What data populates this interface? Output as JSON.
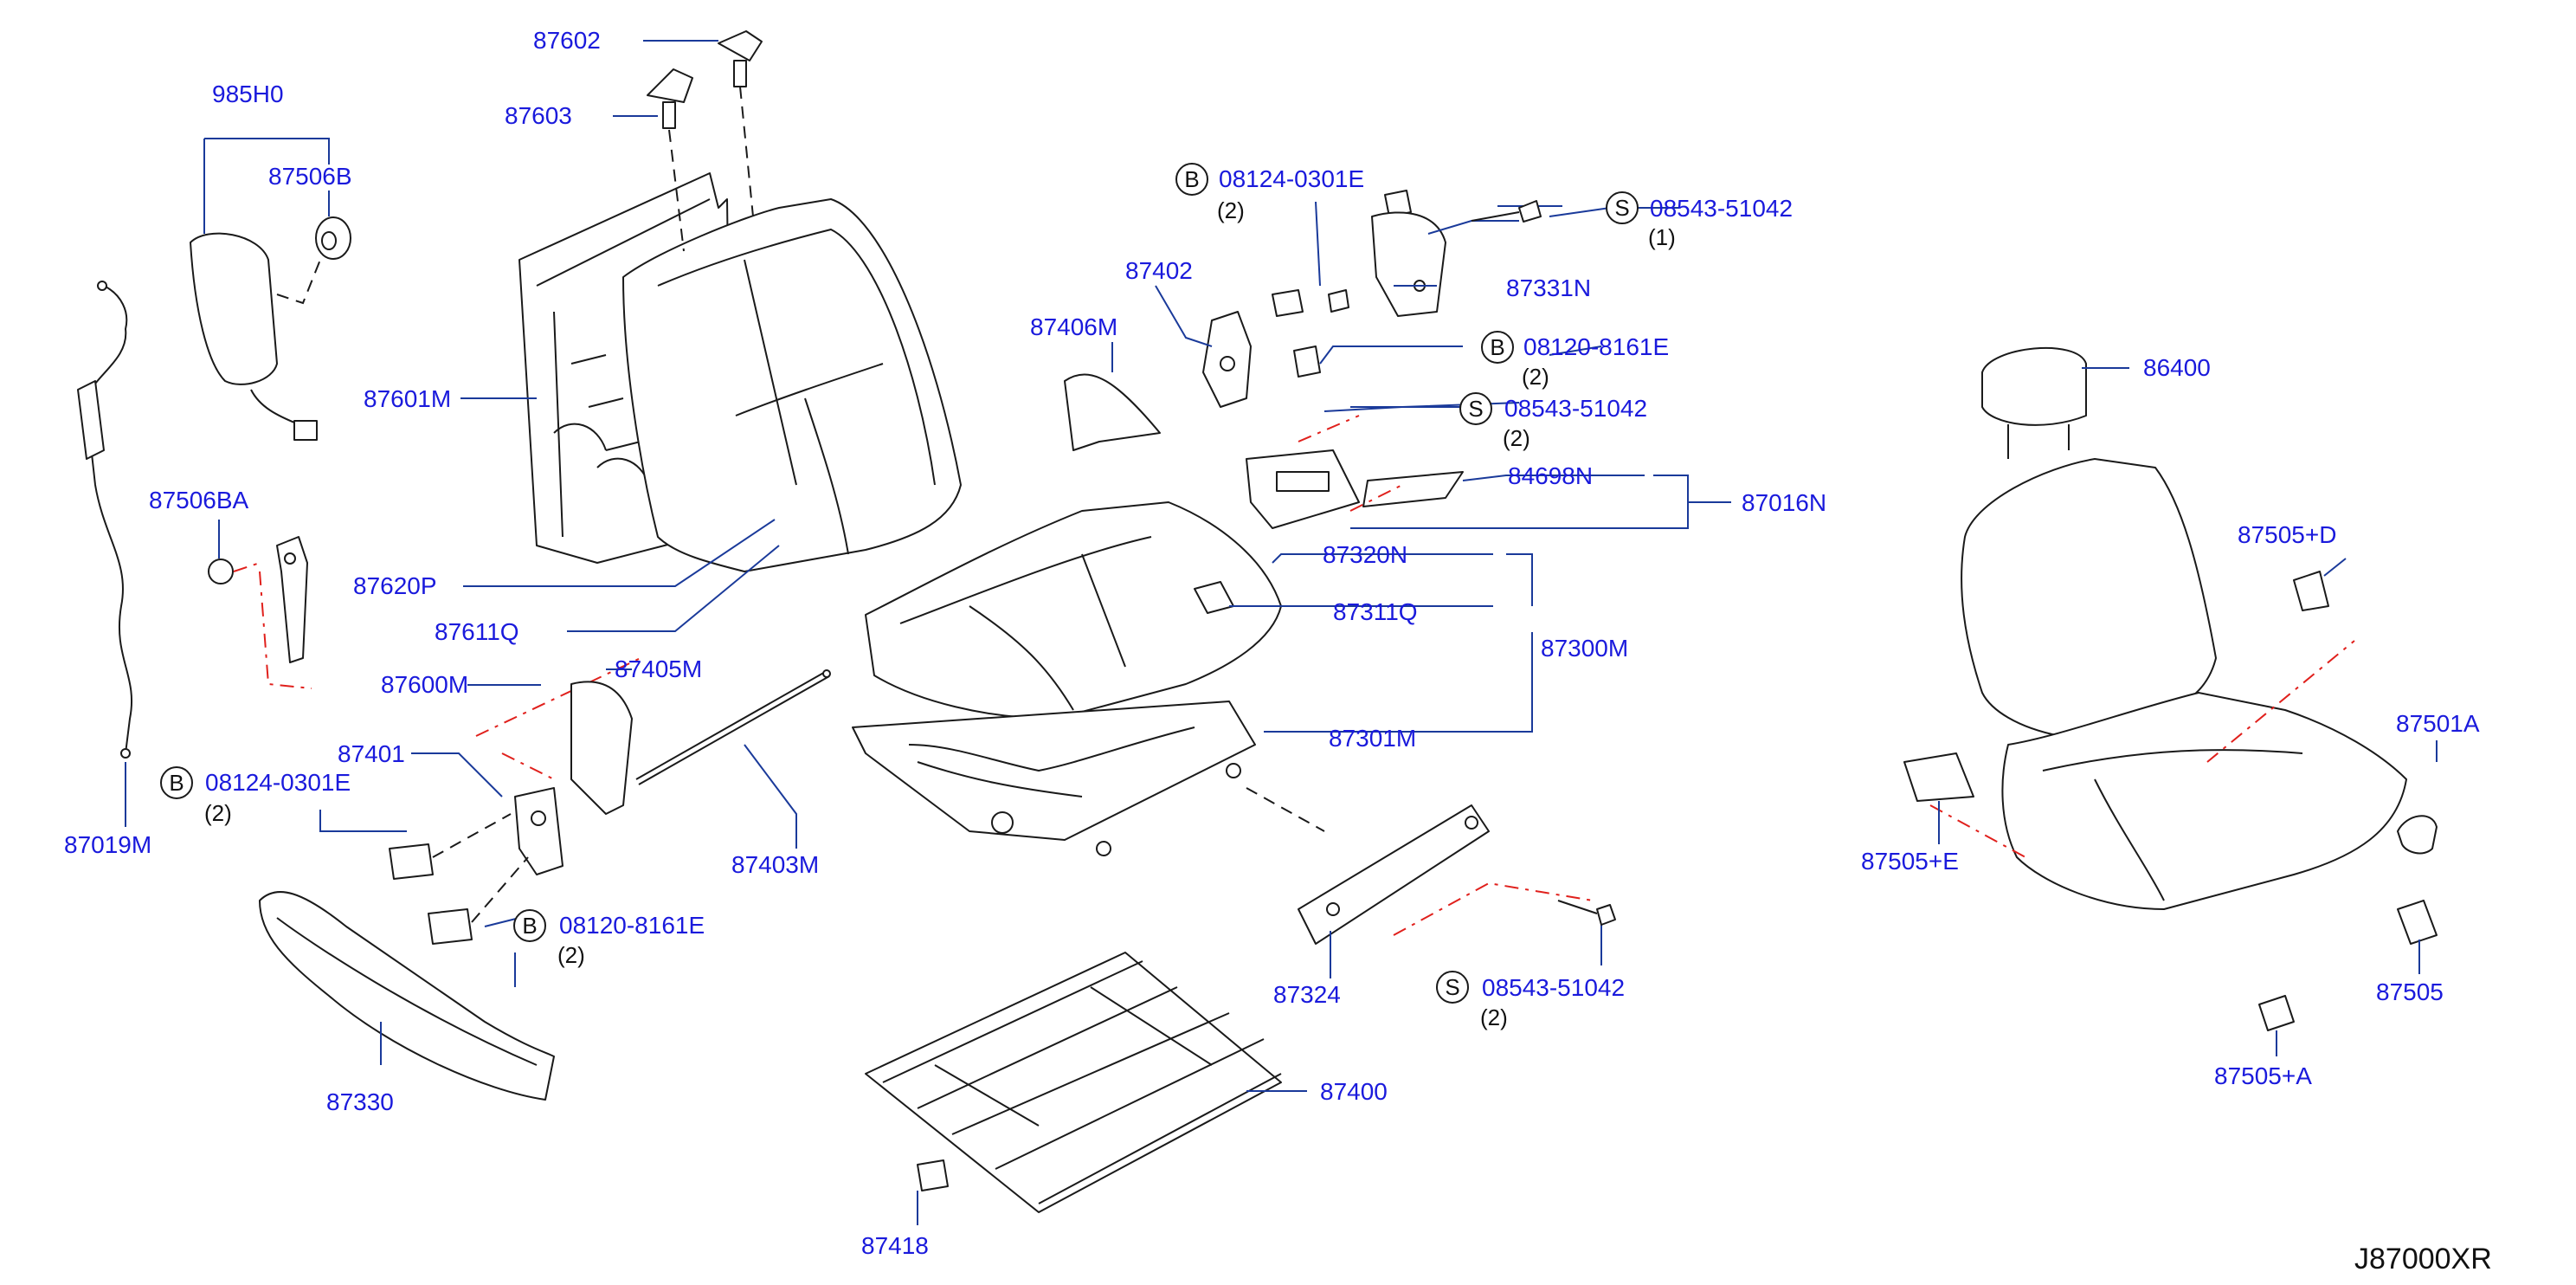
{
  "diagram_code": "J87000XR",
  "colors": {
    "label": "#1a1adc",
    "leader": "#1a3a9a",
    "line_art": "#1a1a1a",
    "red_dash": "#e0201c"
  },
  "parts": {
    "p87602": "87602",
    "p87603": "87603",
    "p985H0": "985H0",
    "p87506B": "87506B",
    "p87601M": "87601M",
    "p87506BA": "87506BA",
    "p87620P": "87620P",
    "p87611Q": "87611Q",
    "p87600M": "87600M",
    "p87405M": "87405M",
    "p87401": "87401",
    "p87019M": "87019M",
    "p87403M": "87403M",
    "p87330": "87330",
    "p87402": "87402",
    "p87406M": "87406M",
    "p87331N": "87331N",
    "p84698N": "84698N",
    "p87016N": "87016N",
    "p87320N": "87320N",
    "p87311Q": "87311Q",
    "p87300M": "87300M",
    "p87301M": "87301M",
    "p87324": "87324",
    "p87400": "87400",
    "p87418": "87418",
    "p86400": "86400",
    "p87505D": "87505+D",
    "p87501A": "87501A",
    "p87505E": "87505+E",
    "p87505": "87505",
    "p87505A": "87505+A"
  },
  "fasteners": {
    "f1_code": "08124-0301E",
    "f1_qty": "(2)",
    "f2_code": "08543-51042",
    "f2_qty": "(1)",
    "f3_code": "08120-8161E",
    "f3_qty": "(2)",
    "f4_code": "08543-51042",
    "f4_qty": "(2)",
    "f5_code": "08124-0301E",
    "f5_qty": "(2)",
    "f6_code": "08120-8161E",
    "f6_qty": "(2)",
    "f7_code": "08543-51042",
    "f7_qty": "(2)"
  },
  "symbols": {
    "bolt": "B",
    "screw": "S"
  }
}
